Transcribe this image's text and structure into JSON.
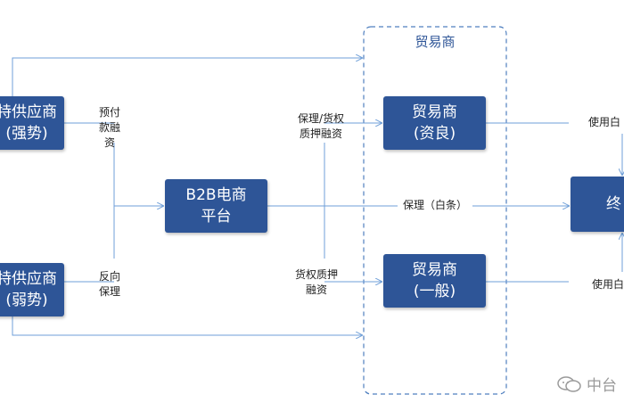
{
  "group": {
    "title": "贸易商"
  },
  "nodes": {
    "supplier_strong": {
      "line1": "特供应商",
      "line2": "(强势)"
    },
    "supplier_weak": {
      "line1": "特供应商",
      "line2": "(弱势)"
    },
    "platform": {
      "line1": "B2B电商",
      "line2": "平台"
    },
    "trader_good": {
      "line1": "贸易商",
      "line2": "(资良)"
    },
    "trader_normal": {
      "line1": "贸易商",
      "line2": "(一般)"
    },
    "terminal": {
      "line1": "终"
    }
  },
  "labels": {
    "prepay": {
      "line1": "预付",
      "line2": "款融",
      "line3": "资"
    },
    "reverse": {
      "line1": "反向",
      "line2": "保理"
    },
    "factoring_goods": {
      "line1": "保理/货权",
      "line2": "质押融资"
    },
    "goods_pledge": {
      "line1": "货权质押",
      "line2": "融资"
    },
    "factoring_baitiao": "保理（白条）",
    "use_bai_top": "使用白",
    "use_bai_bottom": "使用白"
  },
  "watermark": {
    "text": "中台"
  },
  "colors": {
    "box": "#2e5597",
    "line": "#6f9fd8",
    "dashed": "#4f7fbf"
  }
}
